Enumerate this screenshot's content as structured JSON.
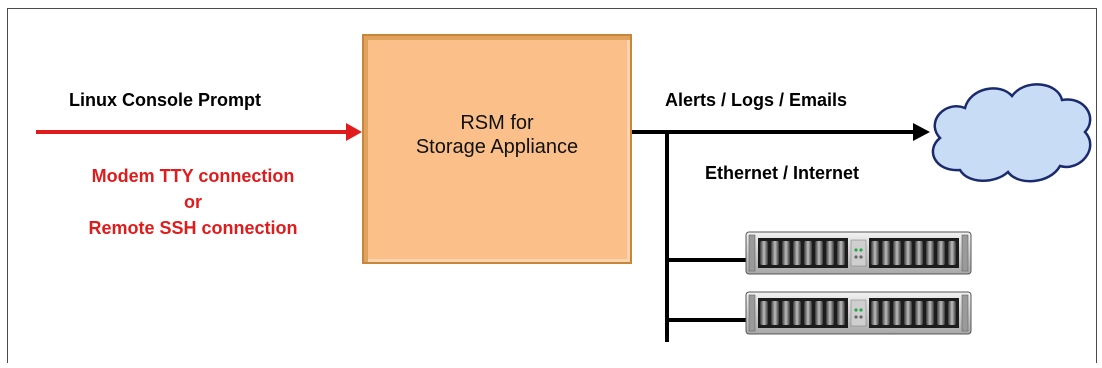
{
  "labels": {
    "console_prompt": "Linux Console Prompt",
    "remote_lines": [
      "Modem TTY connection",
      "or",
      "Remote SSH connection"
    ],
    "rsm_line1": "RSM for",
    "rsm_line2": "Storage Appliance",
    "alerts": "Alerts / Logs / Emails",
    "network": "Ethernet / Internet"
  },
  "icons": {
    "cloud": "cloud-icon",
    "storage": "storage-enclosure-icon"
  },
  "colors": {
    "connection_arrow": "#e01b1b",
    "remote_text": "#e01b1b",
    "rsm_fill": "#fbc08a",
    "rsm_border": "#c9863a",
    "cloud_fill": "#c8dcf5",
    "cloud_stroke": "#1a2a6c",
    "network_line": "#000000"
  }
}
